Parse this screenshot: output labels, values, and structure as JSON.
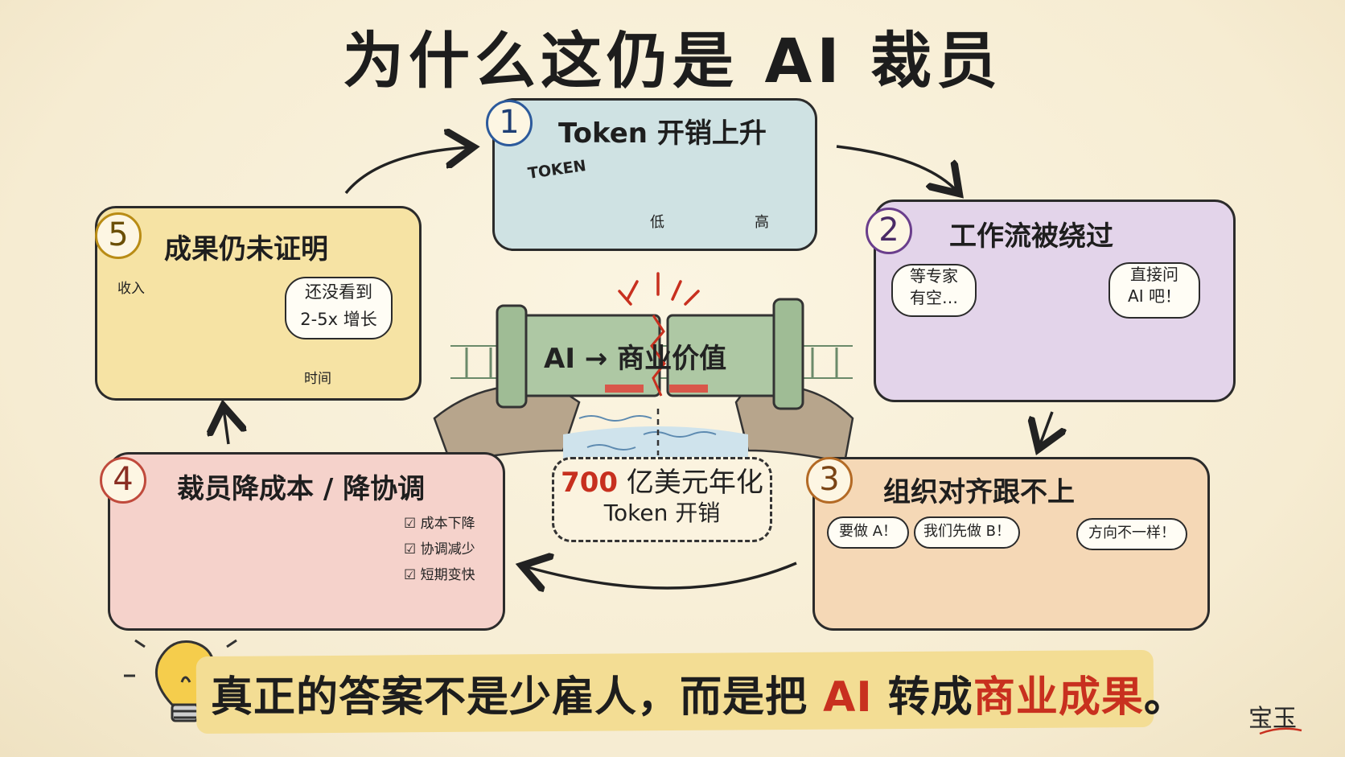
{
  "title": "为什么这仍是 AI 裁员",
  "boxes": {
    "b1": {
      "num": "1",
      "title": "Token 开销上升",
      "coin_label": "TOKEN",
      "gauge_low": "低",
      "gauge_high": "高"
    },
    "b2": {
      "num": "2",
      "title": "工作流被绕过",
      "bubble_left": "等专家\n有空…",
      "bubble_right": "直接问\nAI 吧！"
    },
    "b3": {
      "num": "3",
      "title": "组织对齐跟不上",
      "bubble_a": "要做 A！",
      "bubble_b": "我们先做 B！",
      "bubble_c": "方向不一样！"
    },
    "b4": {
      "num": "4",
      "title": "裁员降成本 / 降协调",
      "checks": [
        "成本下降",
        "协调减少",
        "短期变快"
      ]
    },
    "b5": {
      "num": "5",
      "title": "成果仍未证明",
      "y_label": "收入",
      "x_label": "时间",
      "bubble": "还没看到\n2-5x 增长"
    }
  },
  "bridge": {
    "sign": "AI → 商业价值"
  },
  "cost": {
    "amount": "700",
    "unit_text": "亿美元年化",
    "line2": "Token 开销"
  },
  "answer": {
    "part1": "真正的答案不是少雇人，而是把 ",
    "part2": "AI",
    "part3": " 转成",
    "part4": "商业成果",
    "part5": "。"
  },
  "signature": "宝玉",
  "colors": {
    "accent_red": "#c8301f",
    "ink": "#2b2b2b"
  }
}
